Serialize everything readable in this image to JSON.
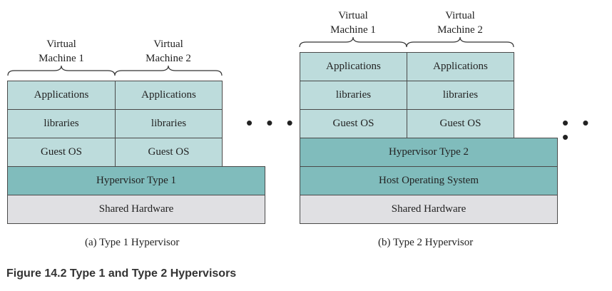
{
  "type1": {
    "vm1": {
      "label_line1": "Virtual",
      "label_line2": "Machine 1",
      "applications": "Applications",
      "libraries": "libraries",
      "guest_os": "Guest OS"
    },
    "vm2": {
      "label_line1": "Virtual",
      "label_line2": "Machine 2",
      "applications": "Applications",
      "libraries": "libraries",
      "guest_os": "Guest OS"
    },
    "hypervisor": "Hypervisor Type 1",
    "hardware": "Shared Hardware",
    "caption": "(a) Type 1 Hypervisor",
    "ellipsis": "• • •"
  },
  "type2": {
    "vm1": {
      "label_line1": "Virtual",
      "label_line2": "Machine 1",
      "applications": "Applications",
      "libraries": "libraries",
      "guest_os": "Guest OS"
    },
    "vm2": {
      "label_line1": "Virtual",
      "label_line2": "Machine 2",
      "applications": "Applications",
      "libraries": "libraries",
      "guest_os": "Guest OS"
    },
    "hypervisor": "Hypervisor Type 2",
    "host_os": "Host Operating System",
    "hardware": "Shared Hardware",
    "caption": "(b) Type 2 Hypervisor",
    "ellipsis": "• • •"
  },
  "figure_title": "Figure 14.2 Type 1 and Type 2 Hypervisors",
  "colors": {
    "vm_layer": "#bddcdc",
    "hypervisor_layer": "#80bcbc",
    "hardware_layer": "#e0e0e3"
  }
}
